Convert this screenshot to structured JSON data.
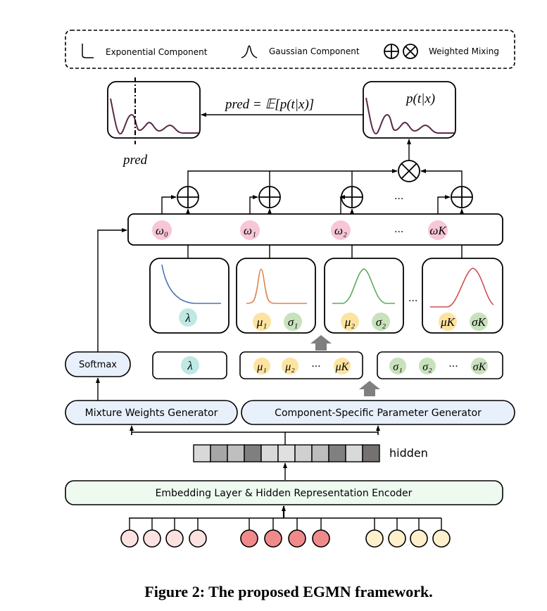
{
  "legend": {
    "exponential": "Exponential Component",
    "gaussian": "Gaussian Component",
    "mixing": "Weighted Mixing"
  },
  "output": {
    "pred_formula": "pred = 𝔼[p(t|x)]",
    "pred_label": "pred",
    "density_label": "p(t|x)",
    "curve_color": "#5a2a48"
  },
  "weights": {
    "items": [
      "ω₀",
      "ω₁",
      "ω₂",
      "ωK"
    ],
    "ellipsis": "···",
    "color": "#f7c6d7"
  },
  "components": {
    "exponential": {
      "param": "λ",
      "color": "#4f73b8"
    },
    "gaussians": [
      {
        "mu": "μ₁",
        "sigma": "σ₁",
        "color": "#e0824f"
      },
      {
        "mu": "μ₂",
        "sigma": "σ₂",
        "color": "#5aab5e"
      },
      {
        "mu": "μK",
        "sigma": "σK",
        "color": "#cf4f55"
      }
    ],
    "ellipsis": "···"
  },
  "params": {
    "lambda": "λ",
    "mus": [
      "μ₁",
      "μ₂",
      "μK"
    ],
    "sigmas": [
      "σ₁",
      "σ₂",
      "σK"
    ],
    "ellipsis": "···",
    "lambda_color": "#bfe8e4",
    "mu_color": "#fde3a0",
    "sigma_color": "#c8e2bd"
  },
  "blocks": {
    "softmax": "Softmax",
    "mixture_weights": "Mixture Weights Generator",
    "component_params": "Component-Specific Parameter Generator",
    "hidden_label": "hidden",
    "encoder": "Embedding Layer & Hidden Representation Encoder"
  },
  "hidden_cells": [
    "#d8d8d8",
    "#a6a6a6",
    "#bfbfbf",
    "#7f7f7f",
    "#d9d9d9",
    "#e0e0e0",
    "#d0d0d0",
    "#bdbdbd",
    "#808080",
    "#d9d9d9",
    "#767171"
  ],
  "inputs": {
    "groups": [
      {
        "color": "#fbe2e0",
        "count": 4
      },
      {
        "color": "#f08a8a",
        "count": 4
      },
      {
        "color": "#fff0cc",
        "count": 4
      }
    ]
  },
  "caption": "Figure 2: The proposed EGMN framework."
}
